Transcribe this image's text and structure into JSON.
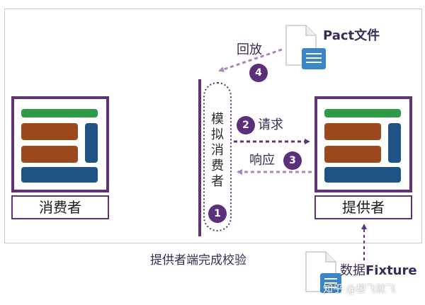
{
  "consumer_label": "消费者",
  "provider_label": "提供者",
  "mock_consumer_label": "模拟消费者",
  "steps": [
    {
      "number": "1"
    },
    {
      "number": "2",
      "label": "请求"
    },
    {
      "number": "3",
      "label": "响应"
    },
    {
      "number": "4",
      "label": "回放"
    }
  ],
  "pact_file_label": "Pact文件",
  "fixture_label_prefix": "数据",
  "fixture_label_suffix": "Fixture",
  "verification_label": "提供者端完成校验",
  "watermark": "知乎 @想飞就飞",
  "colors": {
    "purple": "#5e3476",
    "green": "#2f9a48",
    "brown": "#9c4a1d",
    "blue": "#1f5385",
    "file_blue": "#3a86c6"
  }
}
